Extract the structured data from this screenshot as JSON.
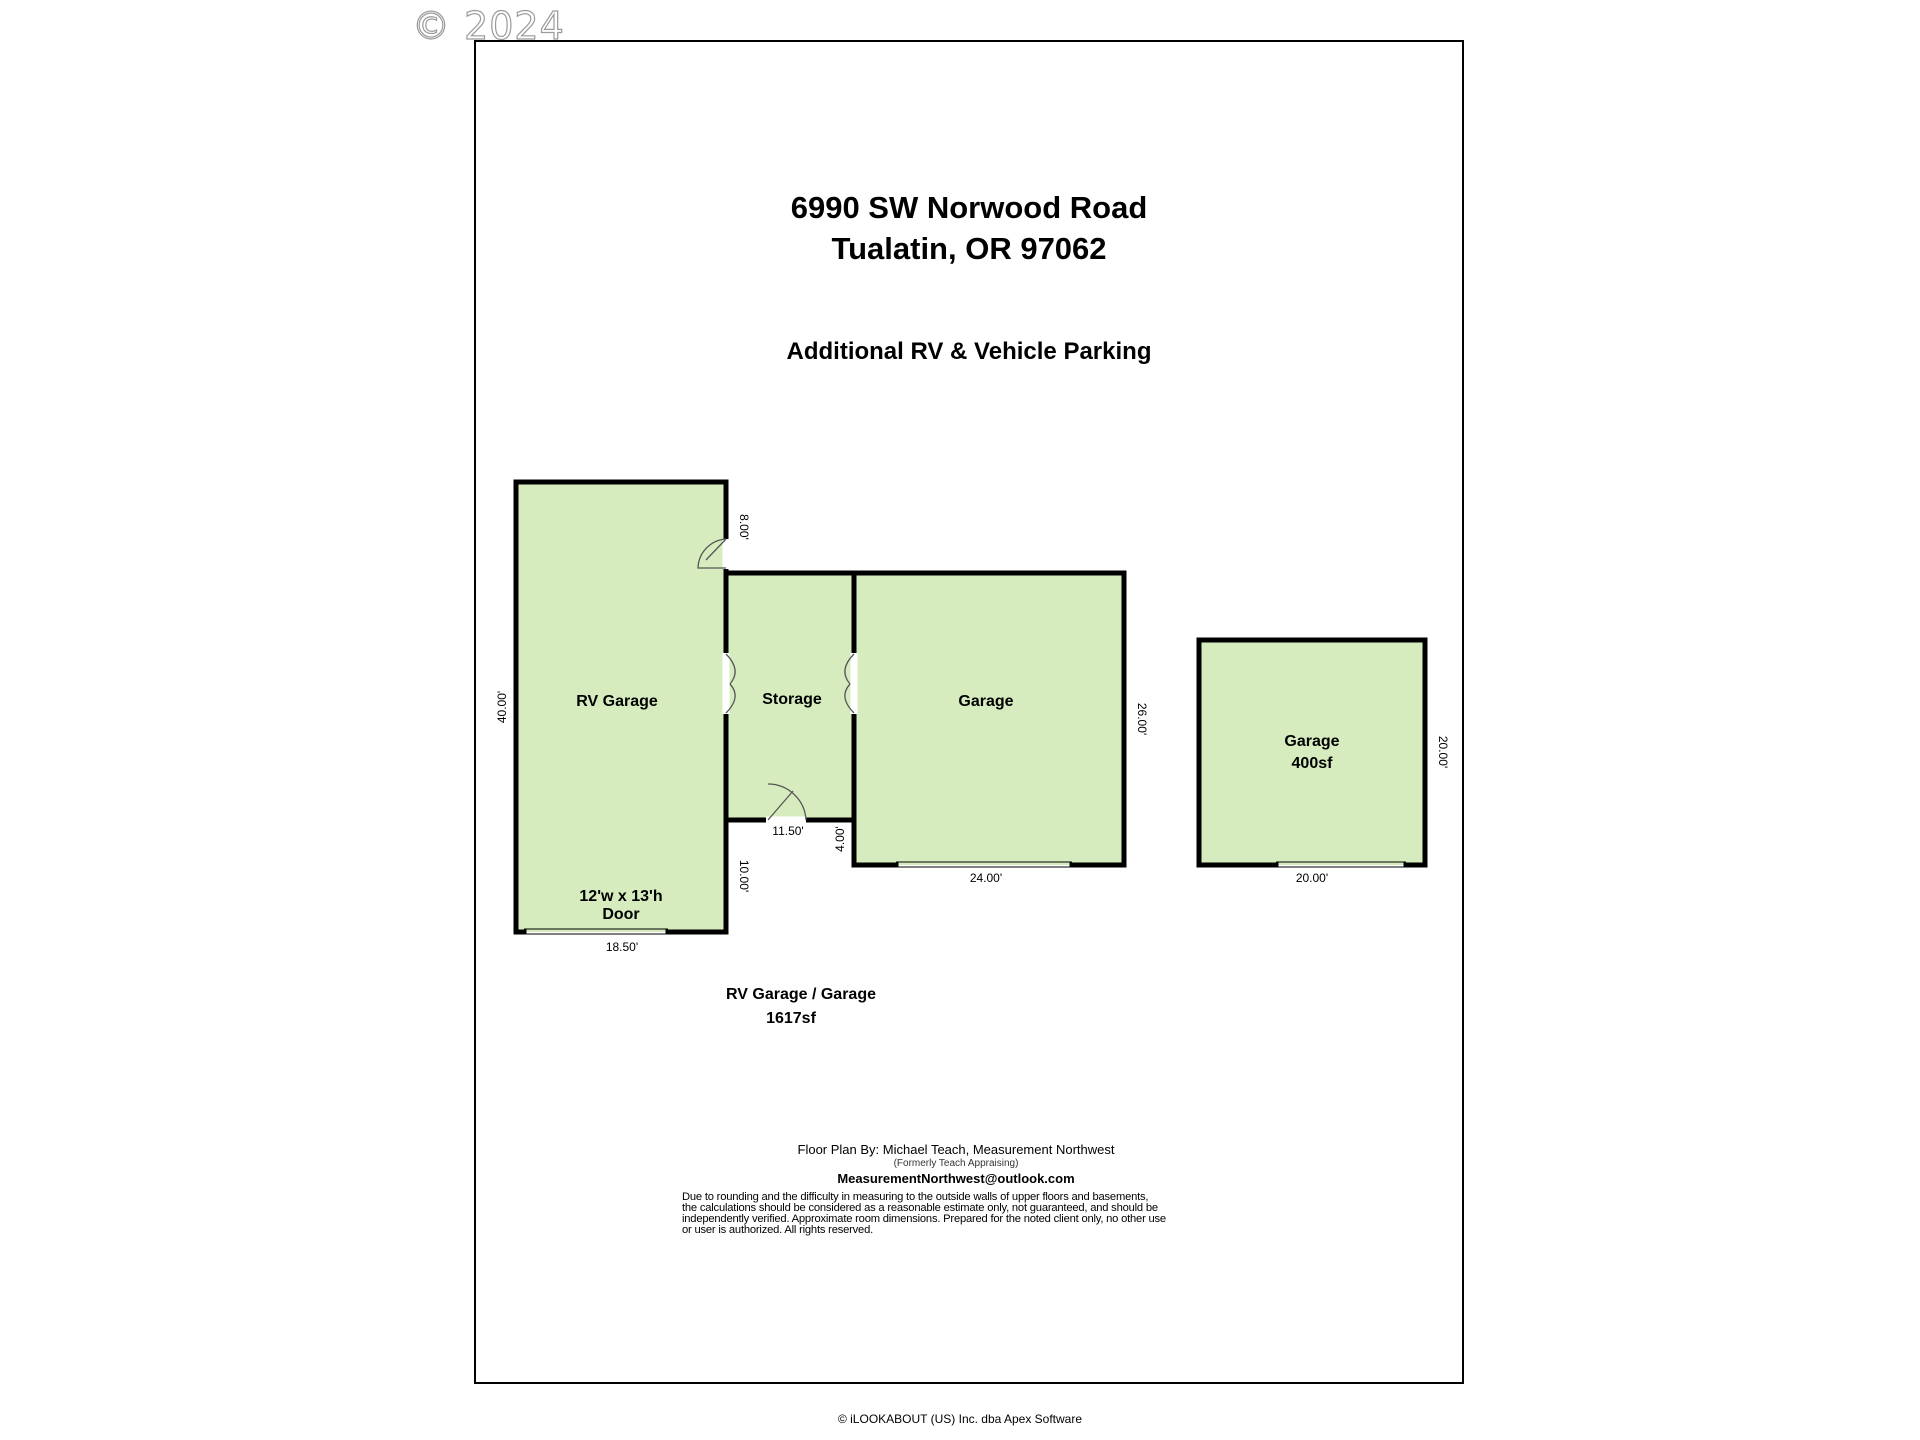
{
  "watermark": "© 2024",
  "header": {
    "address_line1": "6990 SW Norwood Road",
    "address_line2": "Tualatin, OR 97062",
    "subtitle": "Additional RV & Vehicle Parking"
  },
  "rooms": {
    "rv_garage": "RV Garage",
    "storage": "Storage",
    "garage": "Garage",
    "detached_garage": "Garage",
    "detached_area": "400sf",
    "rv_door_line1": "12'w x 13'h",
    "rv_door_line2": "Door"
  },
  "dimensions": {
    "rv_left": "40.00'",
    "rv_right_top": "8.00'",
    "rv_right_bottom": "10.00'",
    "rv_bottom": "18.50'",
    "storage_bottom": "11.50'",
    "step": "4.00'",
    "garage_right": "26.00'",
    "garage_bottom": "24.00'",
    "detached_right": "20.00'",
    "detached_bottom": "20.00'"
  },
  "summary": {
    "label": "RV Garage / Garage",
    "area": "1617sf"
  },
  "credits": {
    "by": "Floor Plan By: Michael Teach, Measurement Northwest",
    "formerly": "(Formerly Teach Appraising)",
    "email": "MeasurementNorthwest@outlook.com",
    "disclaimer_lines": [
      "Due to rounding and the difficulty in measuring to the outside walls of upper floors and basements,",
      "the calculations should be considered as a reasonable estimate only, not guaranteed, and should be",
      "independently verified. Approximate room dimensions. Prepared for the noted client only, no other use",
      "or user is authorized. All rights reserved."
    ]
  },
  "footer": "© iLOOKABOUT (US) Inc. dba Apex Software",
  "colors": {
    "room_fill": "#d6ecbe",
    "wall": "#000000"
  }
}
